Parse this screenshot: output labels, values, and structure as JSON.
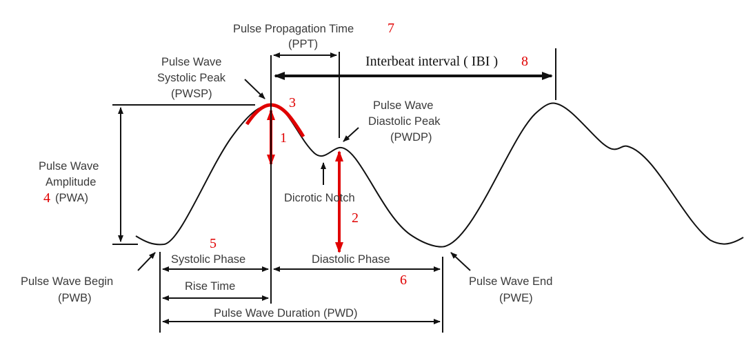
{
  "labels": {
    "ppt_title": "Pulse Propagation Time",
    "ppt_abbr": "(PPT)",
    "ibi": "Interbeat interval ( IBI )",
    "pwsp_line1": "Pulse Wave",
    "pwsp_line2": "Systolic Peak",
    "pwsp_line3": "(PWSP)",
    "pwdp_line1": "Pulse Wave",
    "pwdp_line2": "Diastolic Peak",
    "pwdp_line3": "(PWDP)",
    "pwa_line1": "Pulse Wave",
    "pwa_line2": "Amplitude",
    "pwa_line3": "(PWA)",
    "dicrotic_notch": "Dicrotic Notch",
    "systolic_phase": "Systolic Phase",
    "diastolic_phase": "Diastolic Phase",
    "rise_time": "Rise Time",
    "pwd": "Pulse Wave Duration (PWD)",
    "pwb_line1": "Pulse Wave Begin",
    "pwb_line2": "(PWB)",
    "pwe_line1": "Pulse Wave End",
    "pwe_line2": "(PWE)"
  },
  "markers": {
    "m1": "1",
    "m2": "2",
    "m3": "3",
    "m4": "4",
    "m5": "5",
    "m6": "6",
    "m7": "7",
    "m8": "8"
  },
  "colors": {
    "waveform": "#111111",
    "highlight": "#e00000",
    "text": "#3a3a3a"
  }
}
